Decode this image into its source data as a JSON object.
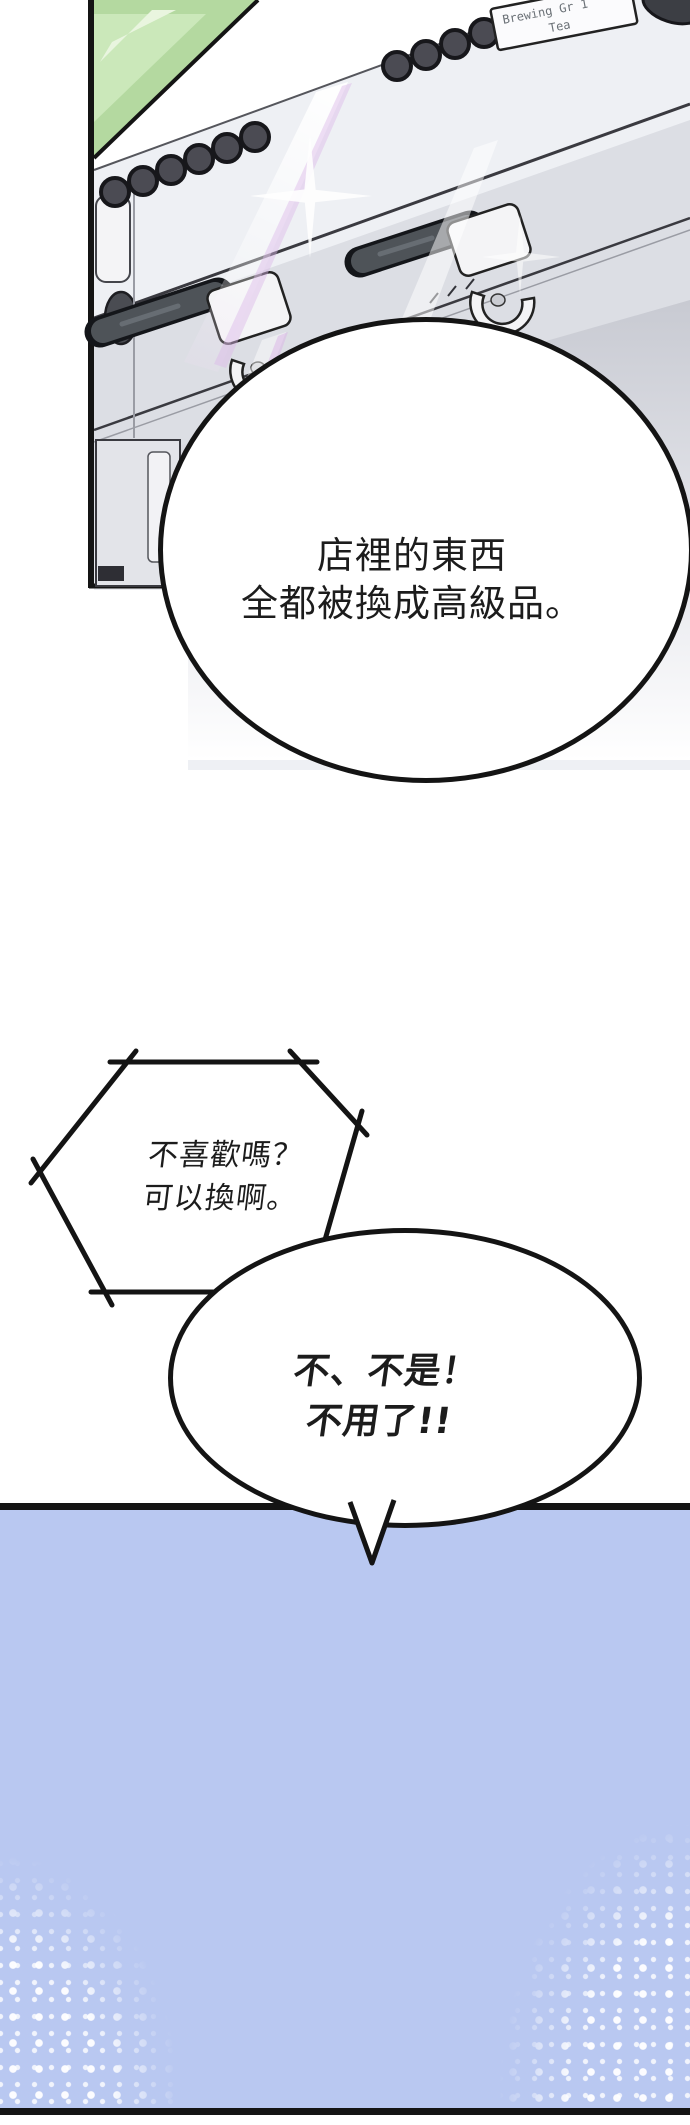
{
  "comic": {
    "machine": {
      "display": {
        "line1": "Brewing Gr 1",
        "line2": "Tea"
      }
    },
    "bubbles": {
      "narration": {
        "line1": "店裡的東西",
        "line2": "全都被換成高級品。"
      },
      "phone_voice": {
        "line1": "不喜歡嗎？",
        "line2": "可以換啊。"
      },
      "shout": {
        "line1": "不、不是！",
        "line2": "不用了!!"
      }
    },
    "colors": {
      "panel_blue": "#b9c8f1",
      "machine_green": "#b4d9a0",
      "machine_body": "#eef0f4",
      "hair_brown": "#584a47",
      "skin": "#fdeee9",
      "headband_white": "#fbfbfb",
      "flare_pink": "#dcb9e8",
      "mouth_rose": "#c5827c",
      "outline_black": "#141414"
    }
  }
}
